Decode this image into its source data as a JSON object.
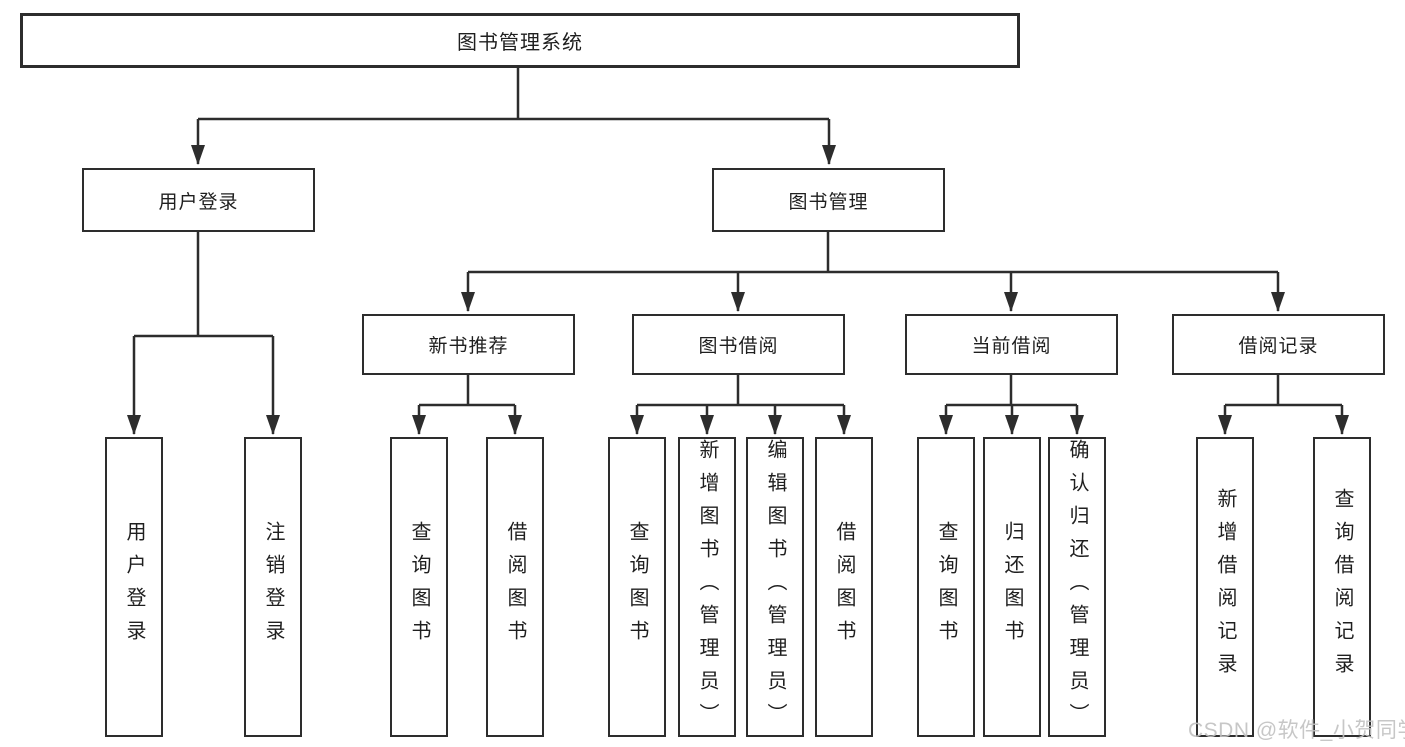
{
  "diagram": {
    "root": {
      "label": "图书管理系统"
    },
    "branches": [
      {
        "label": "用户登录",
        "children": [
          {
            "label": "用户登录"
          },
          {
            "label": "注销登录"
          }
        ]
      },
      {
        "label": "图书管理",
        "children": [
          {
            "label": "新书推荐",
            "children": [
              {
                "label": "查询图书"
              },
              {
                "label": "借阅图书"
              }
            ]
          },
          {
            "label": "图书借阅",
            "children": [
              {
                "label": "查询图书"
              },
              {
                "label": "新增图书（管理员）"
              },
              {
                "label": "编辑图书（管理员）"
              },
              {
                "label": "借阅图书"
              }
            ]
          },
          {
            "label": "当前借阅",
            "children": [
              {
                "label": "查询图书"
              },
              {
                "label": "归还图书"
              },
              {
                "label": "确认归还（管理员）"
              }
            ]
          },
          {
            "label": "借阅记录",
            "children": [
              {
                "label": "新增借阅记录"
              },
              {
                "label": "查询借阅记录"
              }
            ]
          }
        ]
      }
    ]
  },
  "watermark": {
    "text": "CSDN @软件_小贺同学"
  },
  "colors": {
    "line": "#2d2d2d",
    "box_border": "#2d2d2d",
    "box_fill": "#ffffff",
    "text": "#1f1f1f",
    "watermark": "#c2c2c2"
  }
}
